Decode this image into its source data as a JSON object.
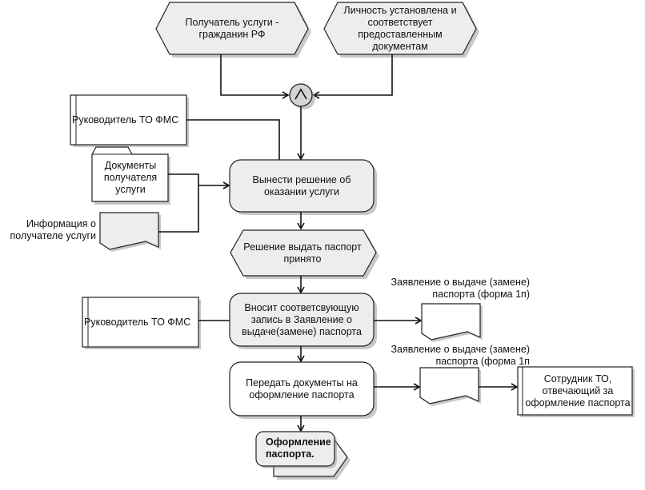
{
  "diagram": {
    "type": "eEPC process flowchart",
    "events": {
      "citizen": "Получатель услуги - гражданин РФ",
      "identity": "Личность установлена и соответствует предоставленным документам",
      "decision_made": "Решение выдать паспорт принято"
    },
    "operator": {
      "symbol": "^",
      "meaning": "AND"
    },
    "functions": {
      "decide": "Вынести решение об оказании услуги",
      "record": "Вносит соответсвующую запись в Заявление о выдаче(замене) паспорта",
      "transfer": "Передать документы на оформление паспорта"
    },
    "org_units": {
      "head_1": "Руководитель ТО ФМС",
      "head_2": "Руководитель ТО ФМС",
      "employee": "Сотрудник ТО, отвечающий за оформление паспорта"
    },
    "documents": {
      "recipient_docs": "Документы получателя услуги",
      "recipient_info": "Информация о получателе услуги",
      "application_1": "Заявление о выдаче (замене) паспорта (форма 1п)",
      "application_2": "Заявление о выдаче (замене) паспорта (форма 1п"
    },
    "interface": {
      "next_process": "Оформление паспорта."
    },
    "colors": {
      "shape_fill": "#ededed",
      "stroke": "#222222",
      "background": "#ffffff"
    }
  }
}
